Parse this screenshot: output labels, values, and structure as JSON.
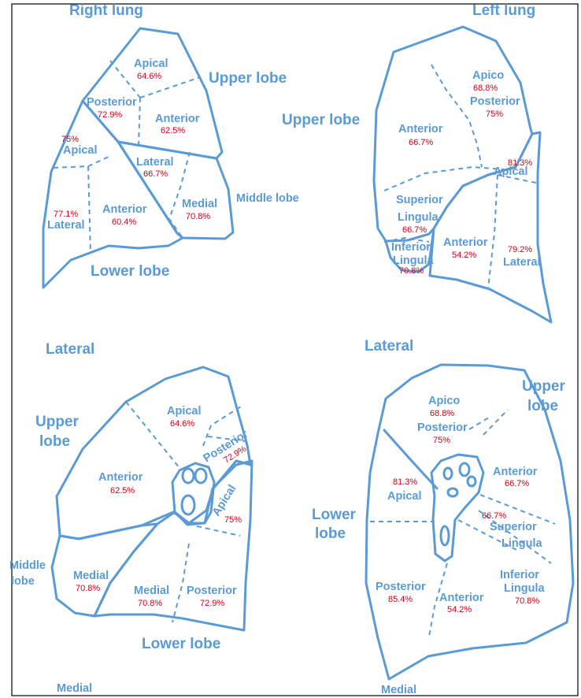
{
  "titles": {
    "right_lung": "Right lung",
    "left_lung": "Left lung",
    "upper_lobe_r": "Upper lobe",
    "upper_lobe_l": "Upper lobe",
    "middle_lobe": "Middle lobe",
    "lower_lobe_r": "Lower lobe",
    "lateral_l": "Lateral",
    "lateral_r": "Lateral",
    "upper_l1": "Upper",
    "upper_l2": "lobe",
    "middle_1": "Middle",
    "middle_2": "lobe",
    "lower_lobe_bl": "Lower lobe",
    "medial_bl": "Medial",
    "upper_br1": "Upper",
    "upper_br2": "lobe",
    "lower_br1": "Lower",
    "lower_br2": "lobe",
    "medial_br": "Medial"
  },
  "right_lateral": {
    "apical": {
      "label": "Apical",
      "pct": "64.6%"
    },
    "posterior": {
      "label": "Posterior",
      "pct": "72.9%"
    },
    "anterior": {
      "label": "Anterior",
      "pct": "62.5%"
    },
    "lower_apical": {
      "label": "Apical",
      "pct": "75%"
    },
    "lateral_mid": {
      "label": "Lateral",
      "pct": "66.7%"
    },
    "lower_lateral": {
      "label": "Lateral",
      "pct": "77.1%"
    },
    "lower_anterior": {
      "label": "Anterior",
      "pct": "60.4%"
    },
    "medial": {
      "label": "Medial",
      "pct": "70.8%"
    }
  },
  "left_lateral": {
    "apico": "Apico",
    "apico_pct": "68.8%",
    "posterior": "Posterior",
    "posterior_pct": "75%",
    "anterior": {
      "label": "Anterior",
      "pct": "66.7%"
    },
    "apical": {
      "label": "Apical",
      "pct": "81.3%"
    },
    "superior": "Superior",
    "lingula1": "Lingula",
    "superior_pct": "66.7%",
    "inferior": "Inferior",
    "lingula2": "Lingula",
    "inferior_pct": "70.8%",
    "lower_anterior": {
      "label": "Anterior",
      "pct": "54.2%"
    },
    "lower_lateral": {
      "label": "Lateral",
      "pct": "79.2%"
    }
  },
  "right_medial": {
    "apical": {
      "label": "Apical",
      "pct": "64.6%"
    },
    "posterior": {
      "label": "Posterior",
      "pct": "72.9%"
    },
    "anterior": {
      "label": "Anterior",
      "pct": "62.5%"
    },
    "lower_apical": {
      "label": "Apical",
      "pct": "75%"
    },
    "medial_mid": {
      "label": "Medial",
      "pct": "70.8%"
    },
    "lower_medial": {
      "label": "Medial",
      "pct": "70.8%"
    },
    "lower_posterior": {
      "label": "Posterior",
      "pct": "72.9%"
    }
  },
  "left_medial": {
    "apico": "Apico",
    "apico_pct": "68.8%",
    "posterior": "Posterior",
    "posterior_pct": "75%",
    "anterior": {
      "label": "Anterior",
      "pct": "66.7%"
    },
    "apical": {
      "label": "Apical",
      "pct": "81.3%"
    },
    "superior_pct": "66.7%",
    "superior": "Superior",
    "lingula1": "Lingula",
    "inferior": "Inferior",
    "lingula2": "Lingula",
    "inferior_pct": "70.8%",
    "lower_posterior": {
      "label": "Posterior",
      "pct": "85.4%"
    },
    "lower_anterior": {
      "label": "Anterior",
      "pct": "54.2%"
    }
  }
}
